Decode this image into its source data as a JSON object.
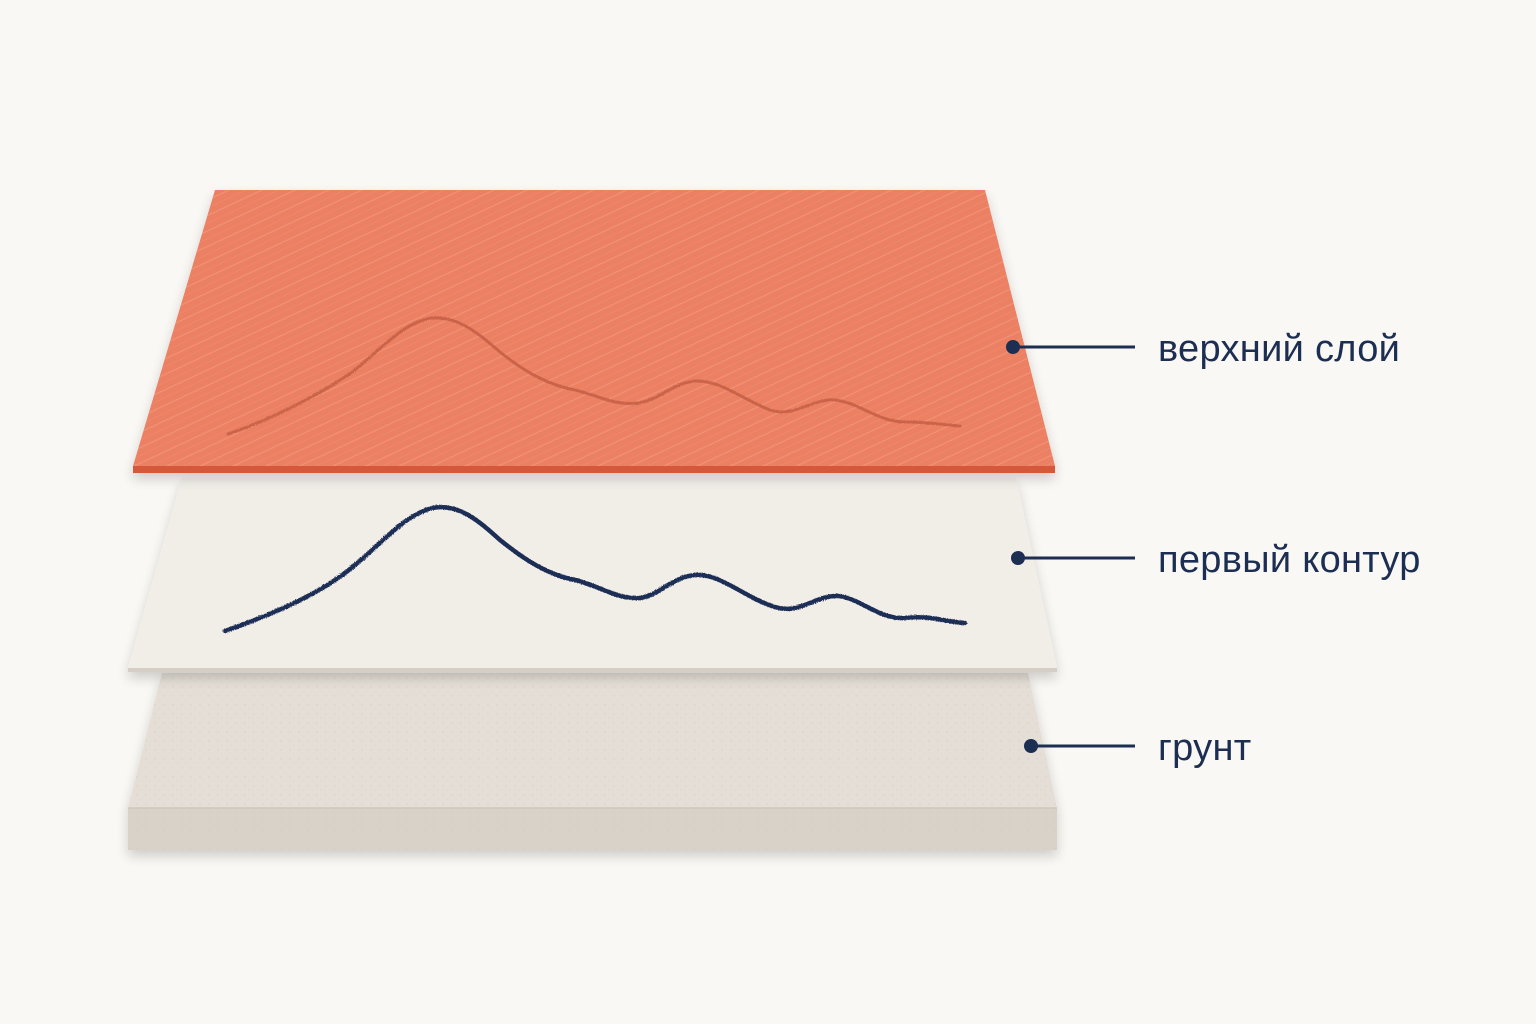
{
  "colors": {
    "background": "#faf8f4",
    "top_layer": "#ec8062",
    "top_layer_edge": "#d6593a",
    "middle_layer": "#f1eee8",
    "base_layer": "#e4ded6",
    "contour_line": "#1f2e55",
    "faint_contour": "#bf5a3f",
    "label_text": "#1c2e52"
  },
  "layers": [
    {
      "id": "top",
      "label": "верхний слой",
      "icon": "crayon-texture-sheet"
    },
    {
      "id": "middle",
      "label": "первый контур",
      "icon": "paper-sheet"
    },
    {
      "id": "bottom",
      "label": "грунт",
      "icon": "board-slab"
    }
  ]
}
